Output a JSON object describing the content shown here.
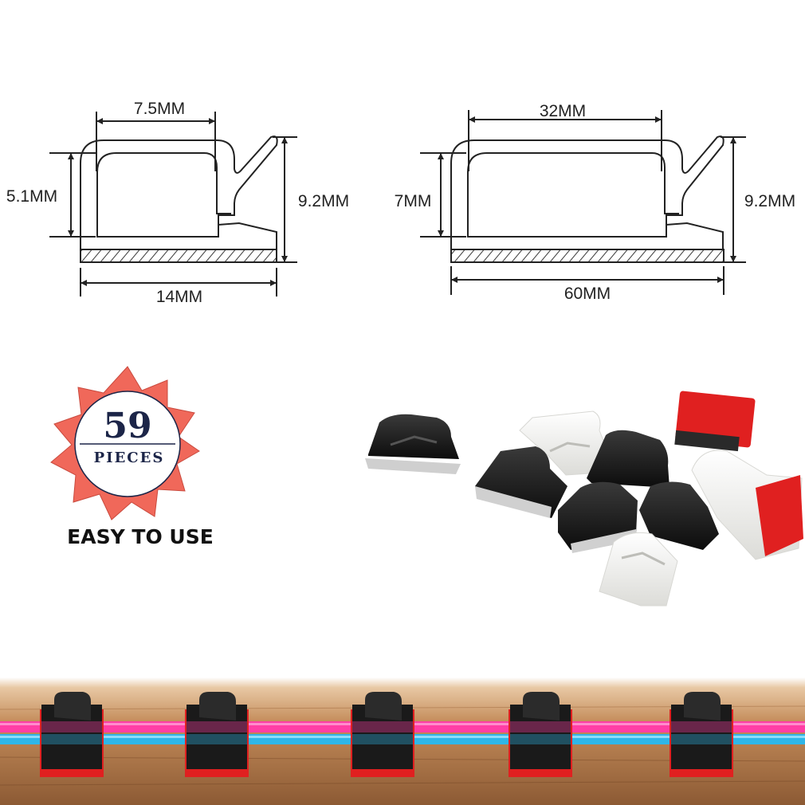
{
  "small_clip": {
    "top_width": "7.5MM",
    "inner_height": "5.1MM",
    "total_height": "9.2MM",
    "base_width": "14MM"
  },
  "large_clip": {
    "top_width": "32MM",
    "inner_height": "7MM",
    "total_height": "9.2MM",
    "base_width": "60MM"
  },
  "badge": {
    "count": "59",
    "unit": "PIECES",
    "tagline": "EASY TO USE"
  },
  "colors": {
    "clip_black": "#141414",
    "clip_white": "#f4f4f2",
    "adhesive_red": "#e02020",
    "cable_pink": "#ff3ea5",
    "cable_blue": "#2fb6e8",
    "wood": "#b07a4c",
    "star_red": "#f0685a",
    "badge_navy": "#1c2548"
  }
}
